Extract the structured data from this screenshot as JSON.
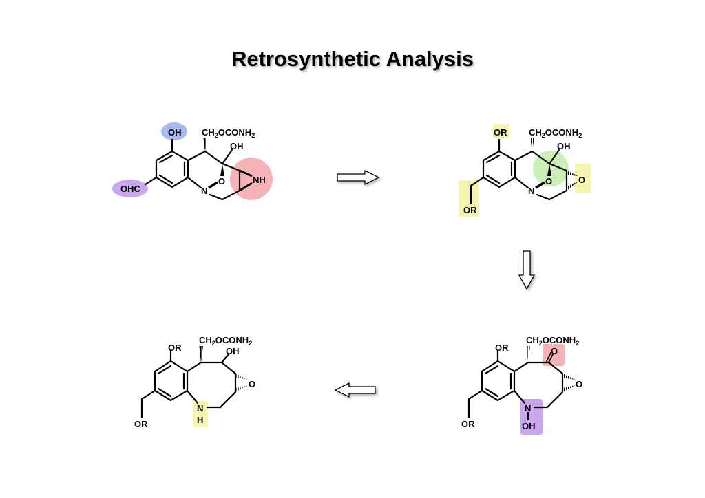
{
  "title": "Retrosynthetic Analysis",
  "colors": {
    "blue_highlight": "#aab8f0",
    "purple_highlight": "#c9a8f0",
    "pink_highlight": "#f6b4b8",
    "yellow_highlight": "#f4f4b0",
    "green_highlight": "#c6edb0"
  },
  "molecule1": {
    "oh_phenol": "OH",
    "aldehyde": "OHC",
    "side_chain": "CH2OCONH2",
    "hydroxyl": "OH",
    "n": "N",
    "o": "O",
    "aziridine": "NH"
  },
  "molecule2": {
    "or_top": "OR",
    "or_bottom": "OR",
    "side_chain": "CH2OCONH2",
    "hydroxyl": "OH",
    "n": "N",
    "o": "O",
    "epoxide": "O"
  },
  "molecule3": {
    "or_top": "OR",
    "or_bottom": "OR",
    "side_chain": "CH2OCONH2",
    "ketone": "O",
    "epoxide": "O",
    "n": "N",
    "n_oh": "OH"
  },
  "molecule4": {
    "or_top": "OR",
    "or_bottom": "OR",
    "side_chain": "CH2OCONH2",
    "hydroxyl": "OH",
    "epoxide": "O",
    "n": "N",
    "h": "H"
  }
}
